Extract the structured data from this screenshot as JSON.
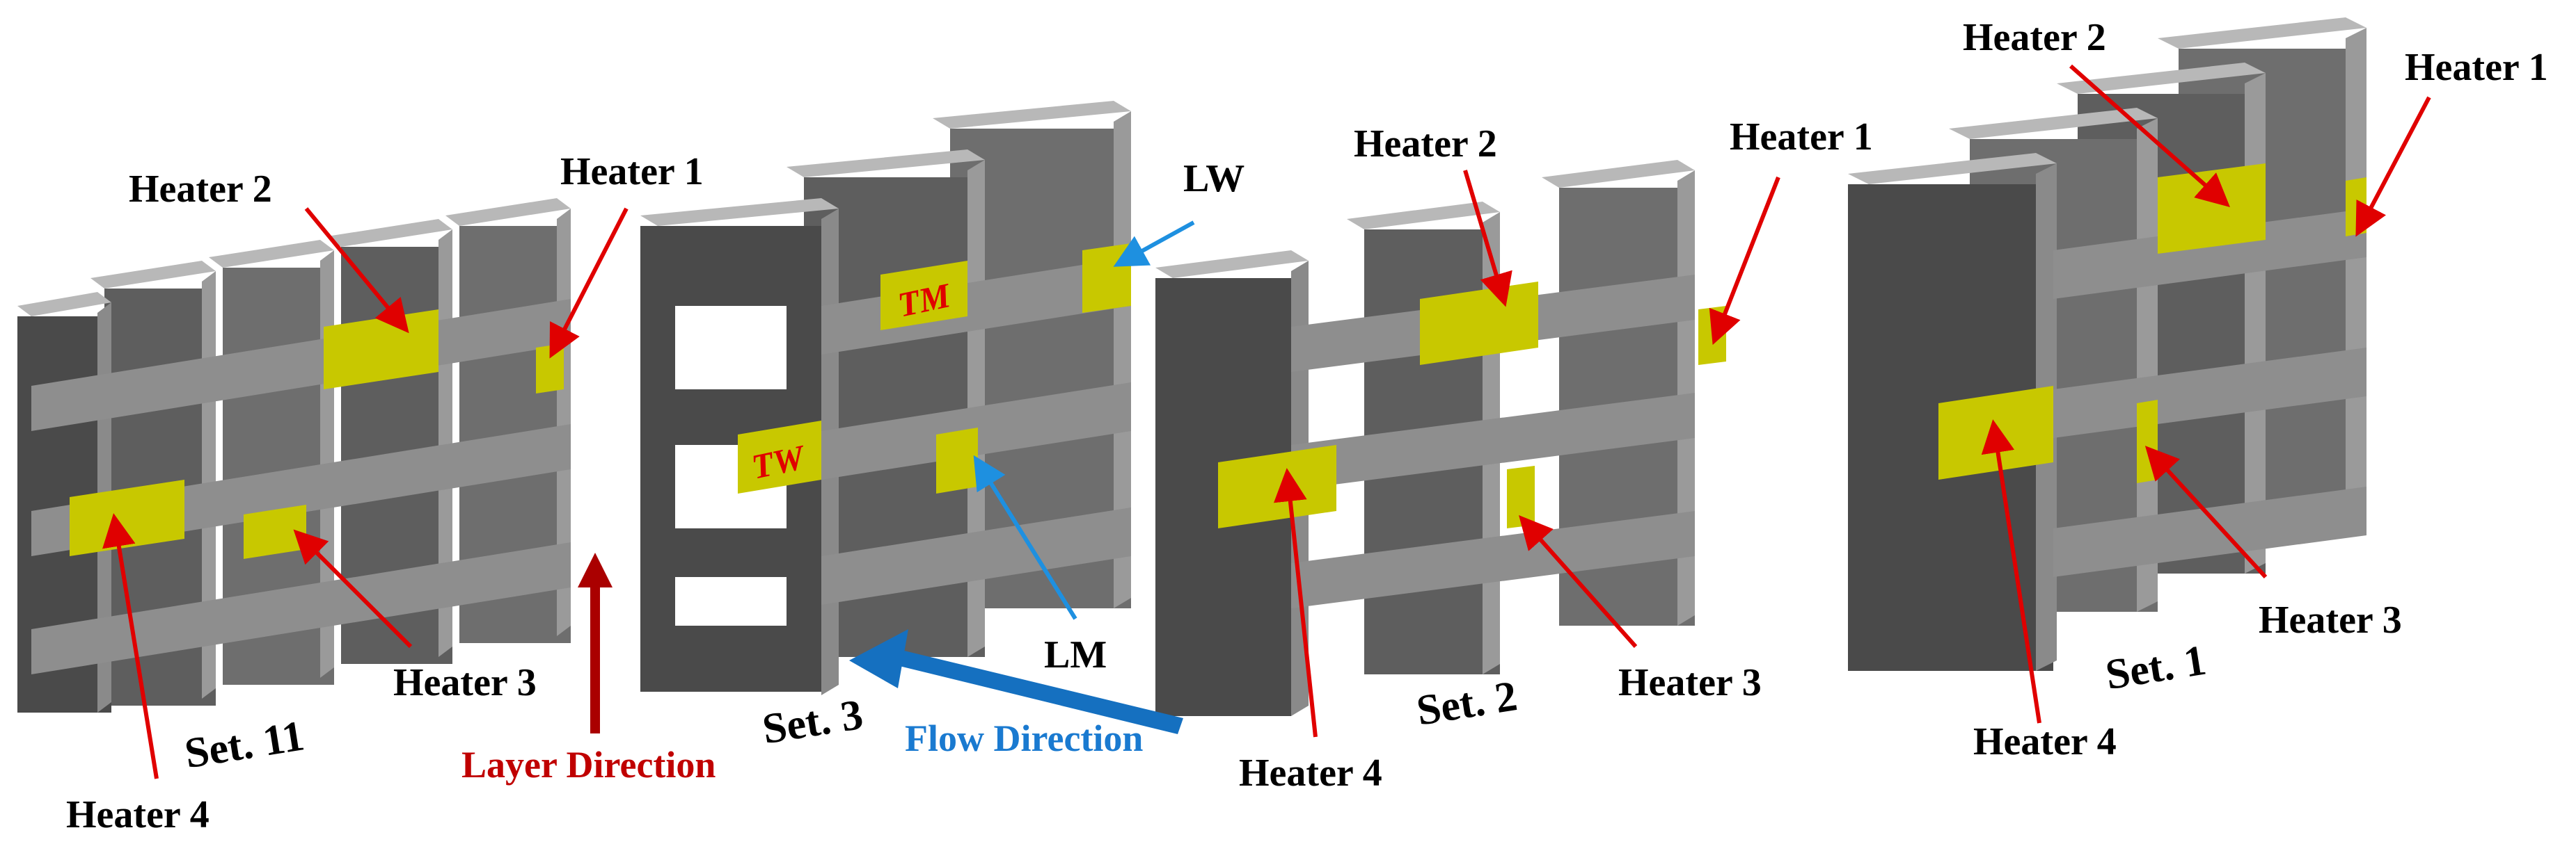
{
  "colors": {
    "block_dark": "#4a4a4a",
    "block_mid": "#6e6e6e",
    "block_light": "#9a9a9a",
    "block_top": "#b8b8b8",
    "heater": "#c8c800",
    "heater_side": "#9a9a00",
    "arrow_red": "#e00000",
    "arrow_blue": "#1e90e0",
    "layer_arrow": "#aa0000",
    "flow_arrow": "#1570c0",
    "layer_text": "#c00000",
    "flow_text": "#1a7ad0"
  },
  "labels": {
    "set11": {
      "name": "Set. 11",
      "heater1": "Heater 1",
      "heater2": "Heater 2",
      "heater3": "Heater 3",
      "heater4": "Heater 4"
    },
    "set3": {
      "name": "Set. 3",
      "tw": "TW",
      "tm": "TM",
      "lw": "LW",
      "lm": "LM"
    },
    "set2": {
      "name": "Set. 2",
      "heater1": "Heater 1",
      "heater2": "Heater 2",
      "heater3": "Heater 3",
      "heater4": "Heater 4"
    },
    "set1": {
      "name": "Set. 1",
      "heater1": "Heater 1",
      "heater2": "Heater 2",
      "heater3": "Heater 3",
      "heater4": "Heater 4"
    },
    "layer_direction": "Layer Direction",
    "flow_direction": "Flow Direction"
  }
}
